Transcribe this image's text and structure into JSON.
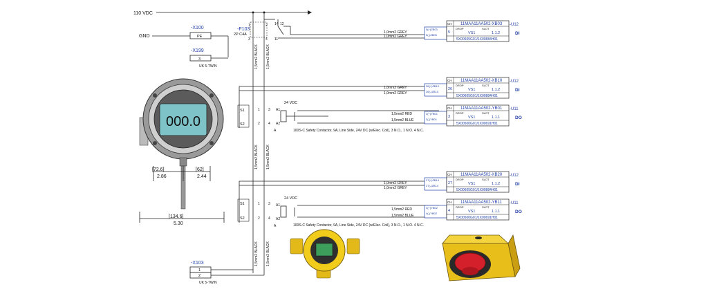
{
  "supply": {
    "label": "110 VDC"
  },
  "ground": {
    "label": "GND"
  },
  "terminals": {
    "x100": {
      "tag": "-X100",
      "pin": "PE"
    },
    "x199": {
      "tag": "-X199",
      "pin": "3",
      "type": "UK 5-TWIN"
    },
    "x103": {
      "tag": "-X103",
      "pin1": "1",
      "pin2": "2",
      "type": "UK 5-TWIN"
    }
  },
  "fuse": {
    "tag": "-F103",
    "rating": "2P C4A",
    "pins": [
      "1",
      "2",
      "3",
      "4"
    ]
  },
  "relay_pins": {
    "top": "14",
    "top2": "12",
    "bottom": "11"
  },
  "wires": {
    "black": "1,5mm2 BLACK",
    "grey": "1,0mm2 GREY",
    "red": "1,5mm2 RED",
    "blue": "1,5mm2 BLUE"
  },
  "switch_labels": {
    "s1": "S1",
    "s2": "S2"
  },
  "contactor": {
    "voltage": "24 VDC",
    "a1": "A1",
    "a2": "A2",
    "a": "A",
    "pins": [
      "1",
      "2",
      "3",
      "4"
    ],
    "description": "100S-C Safety Contactor, 9A, Line Side, 24V DC (w/Elec. Coil), 3 N.O., 1 N.O. 4 N.C."
  },
  "modules": [
    {
      "ch": "CH",
      "num": "5",
      "tag": "11MAA11AA502-XB03",
      "drop": "DROP",
      "drop_val": "VS1",
      "slot": "SLOT",
      "slot_val": "1.1.2",
      "part": "5X00605G01/1X00884H01",
      "unit": "-U12",
      "kind": "DI",
      "pin_a": "5(+)ZB03",
      "pin_b": "5(-)ZB03"
    },
    {
      "ch": "CH",
      "num": "26",
      "tag": "11MAA11AA502-XB10",
      "drop": "DROP",
      "drop_val": "VS1",
      "slot": "SLOT",
      "slot_val": "1.1.2",
      "part": "5X00605G01/1X00884H01",
      "unit": "-U12",
      "kind": "DI",
      "pin_a": "26(+)ZB10",
      "pin_b": "26(-)ZB10"
    },
    {
      "ch": "CH",
      "num": "3",
      "tag": "11MAA11AA502-YB01",
      "drop": "DROP",
      "drop_val": "VS1",
      "slot": "SLOT",
      "slot_val": "1.1.1",
      "part": "5X00500G01/1X00691H01",
      "unit": "-U11",
      "kind": "DO",
      "pin_a": "3(+)YB01",
      "pin_b": "3(-)YB01"
    },
    {
      "ch": "CH",
      "num": "27",
      "tag": "11MAA11AA502-XB20",
      "drop": "DROP",
      "drop_val": "VS1",
      "slot": "SLOT",
      "slot_val": "1.1.2",
      "part": "5X00605G01/1X00884H01",
      "unit": "-U12",
      "kind": "DI",
      "pin_a": "27(+)ZB14",
      "pin_b": "27(-)ZB14"
    },
    {
      "ch": "CH",
      "num": "4",
      "tag": "11MAA11AA502-YB11",
      "drop": "DROP",
      "drop_val": "VS1",
      "slot": "SLOT",
      "slot_val": "1.1.1",
      "part": "5X00500G01/1X00691H01",
      "unit": "-U11",
      "kind": "DO",
      "pin_a": "4(+)YB02",
      "pin_b": "4(-)YB02"
    }
  ],
  "transmitter": {
    "display": "000.0",
    "dims": {
      "d1_bracket": "[72.6]",
      "d1": "2.86",
      "d2_bracket": "[62]",
      "d2": "2.44",
      "d3_bracket": "[134.6]",
      "d3": "5.30"
    }
  },
  "colors": {
    "line": "#222222",
    "blue_text": "#1e3fa8",
    "yellow": "#f2cc1a",
    "red": "#d4202a",
    "lcd": "#7ec3c8"
  }
}
